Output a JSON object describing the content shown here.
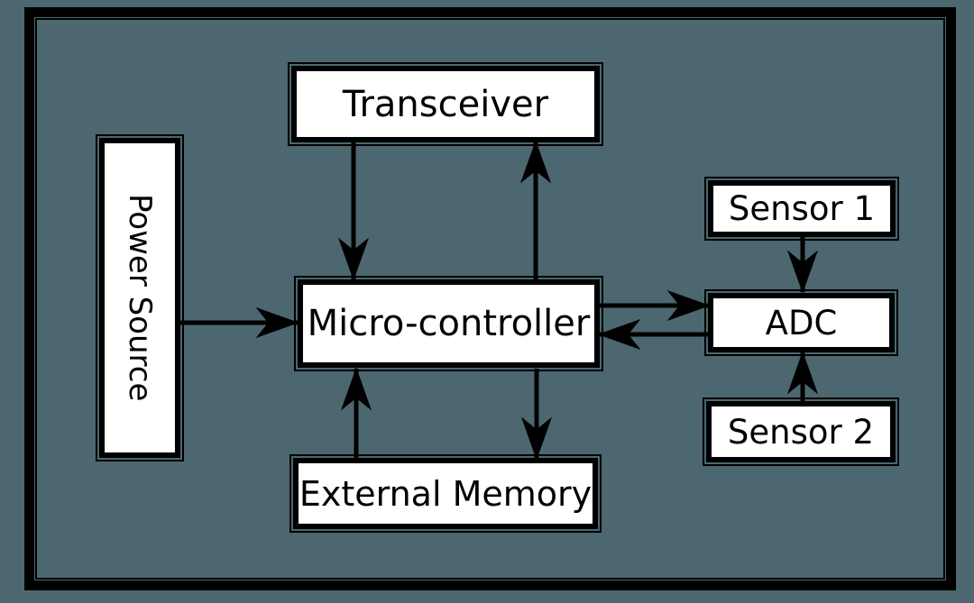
{
  "diagram": {
    "type": "block-diagram",
    "colors": {
      "background": "#4c6770",
      "node_fill": "#ffffff",
      "stroke": "#000000",
      "text": "#000000"
    },
    "nodes": {
      "power_source": {
        "label": "Power Source"
      },
      "transceiver": {
        "label": "Transceiver"
      },
      "micro_controller": {
        "label": "Micro-controller"
      },
      "external_memory": {
        "label": "External Memory"
      },
      "sensor1": {
        "label": "Sensor 1"
      },
      "adc": {
        "label": "ADC"
      },
      "sensor2": {
        "label": "Sensor 2"
      }
    },
    "edges": [
      {
        "from": "Power Source",
        "to": "Micro-controller"
      },
      {
        "from": "Transceiver",
        "to": "Micro-controller"
      },
      {
        "from": "Micro-controller",
        "to": "Transceiver"
      },
      {
        "from": "External Memory",
        "to": "Micro-controller"
      },
      {
        "from": "Micro-controller",
        "to": "External Memory"
      },
      {
        "from": "Micro-controller",
        "to": "ADC"
      },
      {
        "from": "ADC",
        "to": "Micro-controller"
      },
      {
        "from": "Sensor 1",
        "to": "ADC"
      },
      {
        "from": "Sensor 2",
        "to": "ADC"
      }
    ]
  }
}
